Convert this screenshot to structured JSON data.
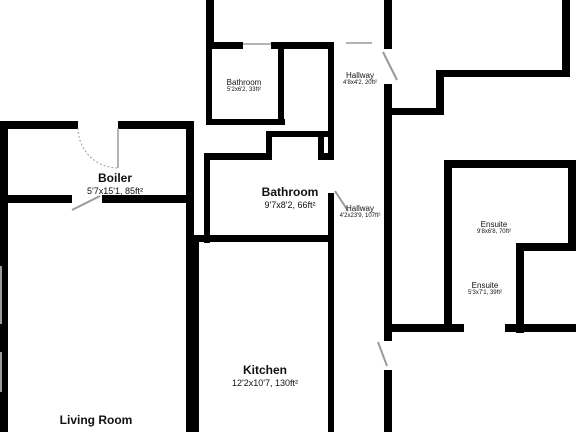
{
  "plan": {
    "wall_color": "#000000",
    "background": "#ffffff",
    "door_color": "#9a9a9a",
    "rooms": {
      "bathroom_small": {
        "name": "Bathroom",
        "dims": "5'2x6'2, 33ft²"
      },
      "hallway_top": {
        "name": "Hallway",
        "dims": "4'8x4'2, 20ft²"
      },
      "boiler": {
        "name": "Boiler",
        "dims": "5'7x15'1, 85ft²"
      },
      "bathroom_main": {
        "name": "Bathroom",
        "dims": "9'7x8'2, 66ft²"
      },
      "hallway_main": {
        "name": "Hallway",
        "dims": "4'2x23'9, 107ft²"
      },
      "ensuite_top": {
        "name": "Ensuite",
        "dims": "9'8x6'8, 70ft²"
      },
      "ensuite_bottom": {
        "name": "Ensuite",
        "dims": "5'3x7'1, 39ft²"
      },
      "kitchen": {
        "name": "Kitchen",
        "dims": "12'2x10'7, 130ft²"
      },
      "living_room": {
        "name": "Living Room",
        "dims": ""
      }
    }
  }
}
